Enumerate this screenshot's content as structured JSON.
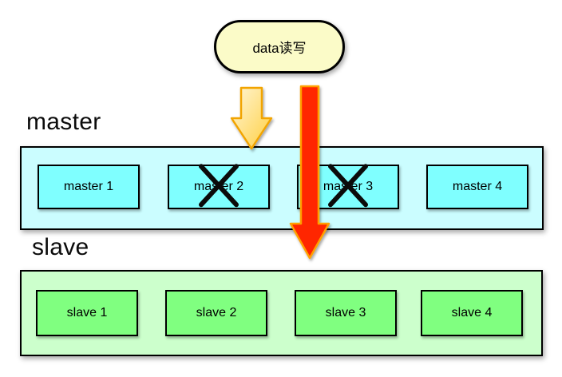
{
  "flow_node": {
    "label": "data读写",
    "fill": "#FBFBC8"
  },
  "arrows": {
    "to_master": {
      "description": "short yellow down arrow into master band",
      "fill_top": "#FFF6D8",
      "fill_bottom": "#FFCF40",
      "stroke": "#F2A400"
    },
    "to_slave": {
      "description": "long red down arrow through master band into slave band",
      "fill": "#FF2600",
      "stroke": "#FFA000"
    }
  },
  "sections": {
    "master": {
      "label": "master",
      "band_fill": "#CBFDFF",
      "node_fill": "#7FFFFF",
      "nodes": [
        {
          "label": "master 1",
          "crossed": false
        },
        {
          "label": "master 2",
          "crossed": true
        },
        {
          "label": "master 3",
          "crossed": true
        },
        {
          "label": "master 4",
          "crossed": false
        }
      ]
    },
    "slave": {
      "label": "slave",
      "band_fill": "#CCFFCC",
      "node_fill": "#80FF80",
      "nodes": [
        {
          "label": "slave 1",
          "crossed": false
        },
        {
          "label": "slave 2",
          "crossed": false
        },
        {
          "label": "slave 3",
          "crossed": false
        },
        {
          "label": "slave 4",
          "crossed": false
        }
      ]
    }
  },
  "cross_color": "#0b0b0b"
}
